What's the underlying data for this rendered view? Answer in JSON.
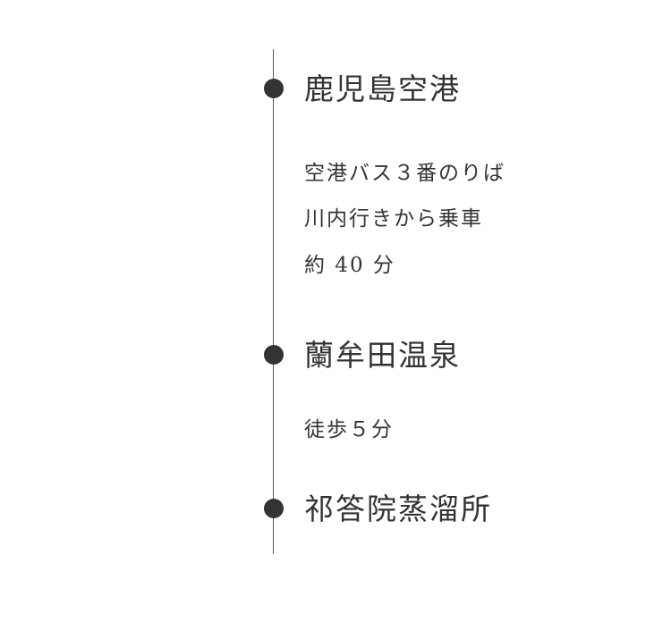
{
  "route": {
    "stops": [
      {
        "name": "鹿児島空港"
      },
      {
        "name": "蘭牟田温泉"
      },
      {
        "name": "祁答院蒸溜所"
      }
    ],
    "segments": [
      {
        "lines": [
          "空港バス３番のりば",
          "川内行きから乗車",
          "約 40 分"
        ]
      },
      {
        "lines": [
          "徒歩５分"
        ]
      }
    ]
  }
}
